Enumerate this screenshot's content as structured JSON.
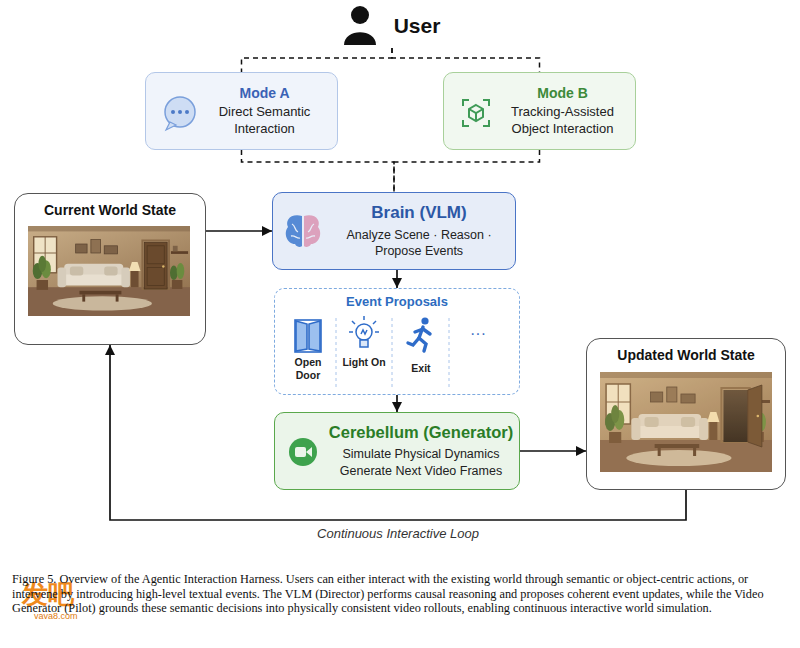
{
  "diagram": {
    "caption": "Figure 5. Overview of the Agentic Interaction Harness. Users can either interact with the existing world through semantic or object-centric actions, or intervene by introducing high-level textual events. The VLM (Director) performs causal reasoning and proposes coherent event updates, while the Video Generator (Pilot) grounds these semantic decisions into physically consistent video rollouts, enabling continuous interactive world simulation.",
    "nodes": [
      {
        "text": [
          "User"
        ]
      },
      {
        "text": [
          "Mode A",
          "Direct Semantic Interaction"
        ]
      },
      {
        "text": [
          "Mode B",
          "Tracking-Assisted Object Interaction"
        ]
      },
      {
        "text": [
          "Current World State"
        ]
      },
      {
        "text": [
          "Brain (VLM)",
          "Analyze Scene · Reason · Propose Events"
        ]
      },
      {
        "text": [
          "Event Proposals"
        ]
      },
      {
        "text": [
          "Cerebellum (Generator)",
          "Simulate Physical Dynamics",
          "Generate Next Video Frames"
        ]
      },
      {
        "text": [
          "Updated World State"
        ]
      }
    ],
    "edges": [
      {
        "from": 0,
        "to": 1,
        "arrow": "none"
      },
      {
        "from": 0,
        "to": 2,
        "arrow": "none"
      },
      {
        "from": 1,
        "to": 4,
        "arrow": "none"
      },
      {
        "from": 2,
        "to": 4,
        "arrow": "none"
      },
      {
        "from": 3,
        "to": 4,
        "arrow": "to"
      },
      {
        "from": 4,
        "to": 5,
        "arrow": "to"
      },
      {
        "from": 5,
        "to": 6,
        "arrow": "to"
      },
      {
        "from": 6,
        "to": 7,
        "arrow": "to"
      },
      {
        "from": 7,
        "to": 3,
        "label": "Continuous Interactive Loop",
        "arrow": "to"
      }
    ],
    "labels": [
      "Open Door",
      "Light On",
      "Exit",
      "···",
      "发吧",
      "vava8.com"
    ]
  }
}
